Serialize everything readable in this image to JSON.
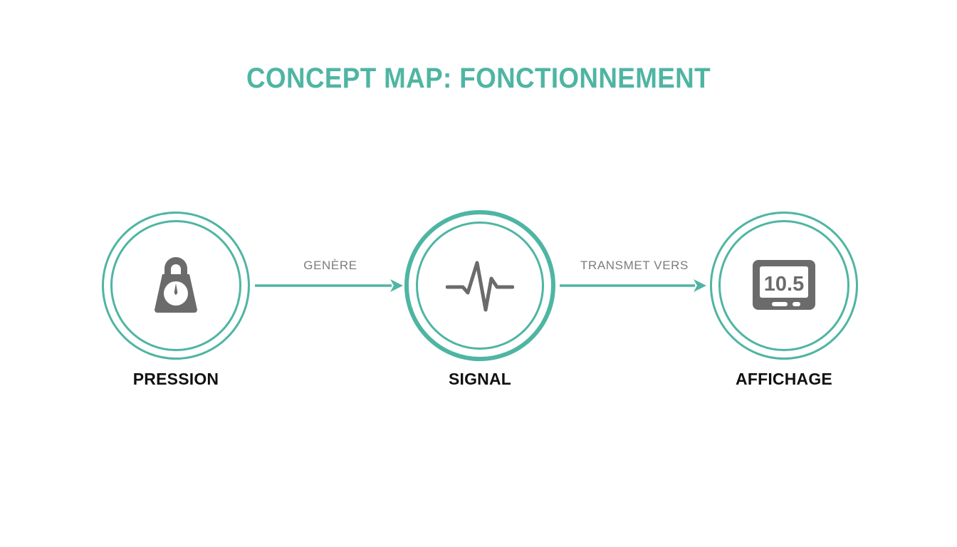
{
  "page": {
    "title": "CONCEPT MAP: FONCTIONNEMENT",
    "background_color": "#ffffff",
    "accent_color": "#4fb5a3",
    "icon_color": "#6b6b6b",
    "label_color": "#111111",
    "connector_label_color": "#7d7d7d"
  },
  "diagram": {
    "type": "concept-map-flow",
    "orientation": "horizontal",
    "nodes": [
      {
        "id": "pression",
        "label": "PRESSION",
        "icon": "weight-gauge-icon",
        "emphasized": false
      },
      {
        "id": "signal",
        "label": "SIGNAL",
        "icon": "waveform-pulse-icon",
        "emphasized": true
      },
      {
        "id": "affichage",
        "label": "AFFICHAGE",
        "icon": "display-monitor-icon",
        "display_value": "10.5",
        "emphasized": false
      }
    ],
    "connectors": [
      {
        "id": "pression-to-signal",
        "label": "GENÈRE",
        "from": "pression",
        "to": "signal",
        "arrow": "right-arrow-icon"
      },
      {
        "id": "signal-to-affichage",
        "label": "TRANSMET VERS",
        "from": "signal",
        "to": "affichage",
        "arrow": "right-arrow-icon"
      }
    ]
  }
}
